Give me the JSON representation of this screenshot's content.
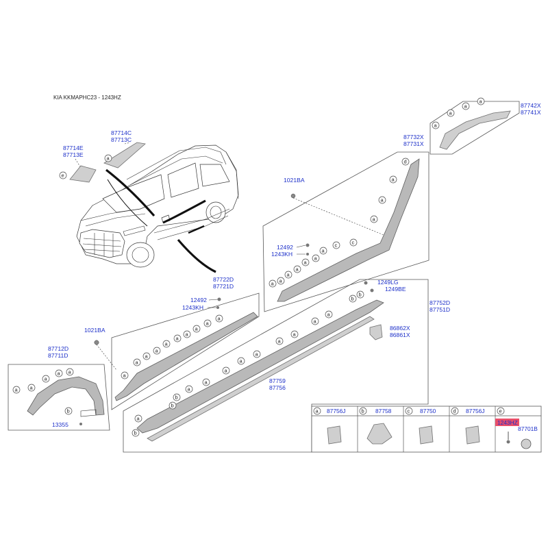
{
  "header": {
    "title": "KIA KKMAPHC23 - 1243HZ"
  },
  "labels": {
    "l_87714E": "87714E",
    "l_87713E": "87713E",
    "l_87714C": "87714C",
    "l_87713C": "87713C",
    "l_87742X": "87742X",
    "l_87741X": "87741X",
    "l_87732X": "87732X",
    "l_87731X": "87731X",
    "l_1021BA_top": "1021BA",
    "l_12492_top": "12492",
    "l_1243KH_top": "1243KH",
    "l_87722D": "87722D",
    "l_87721D": "87721D",
    "l_12492_mid": "12492",
    "l_1243KH_mid": "1243KH",
    "l_1021BA_left": "1021BA",
    "l_87712D": "87712D",
    "l_87711D": "87711D",
    "l_13355": "13355",
    "l_87752D": "87752D",
    "l_87751D": "87751D",
    "l_1249LG": "1249LG",
    "l_1249BE": "1249BE",
    "l_86862X": "86862X",
    "l_86861X": "86861X",
    "l_87759": "87759",
    "l_87756": "87756"
  },
  "table": {
    "cells": [
      {
        "letter": "a",
        "part": "87756J"
      },
      {
        "letter": "b",
        "part": "87758"
      },
      {
        "letter": "c",
        "part": "87750"
      },
      {
        "letter": "d",
        "part": "87756J"
      },
      {
        "letter": "e",
        "part": ""
      }
    ],
    "e_part_1": "1243HZ",
    "e_part_2": "87701B"
  },
  "colors": {
    "label": "#1c2fc9",
    "highlight": "#e94e6a",
    "part_fill": "#cfcfcf"
  }
}
